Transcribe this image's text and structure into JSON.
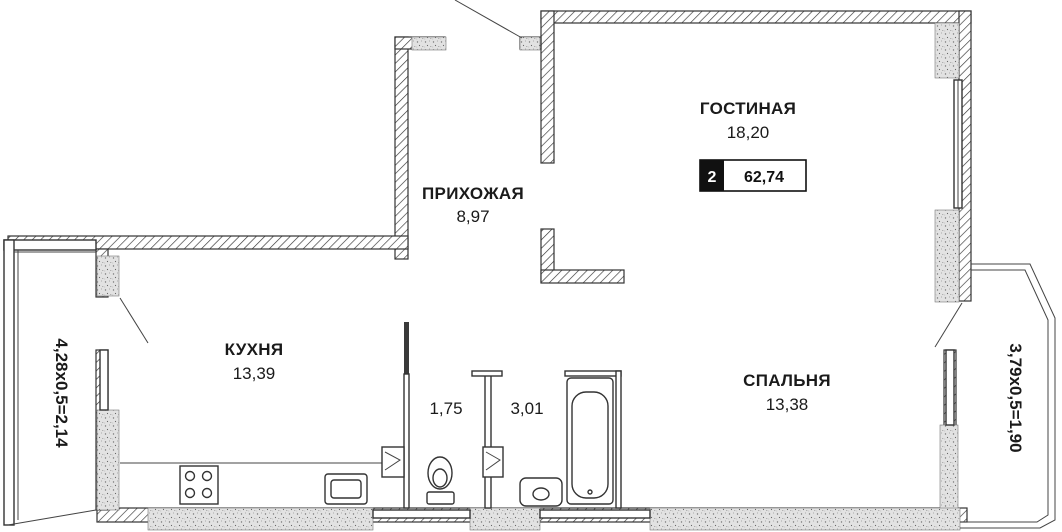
{
  "rooms": {
    "living": {
      "name": "ГОСТИНАЯ",
      "area": "18,20"
    },
    "hallway": {
      "name": "ПРИХОЖАЯ",
      "area": "8,97"
    },
    "kitchen": {
      "name": "КУХНЯ",
      "area": "13,39"
    },
    "bedroom": {
      "name": "СПАЛЬНЯ",
      "area": "13,38"
    },
    "wc": {
      "area": "1,75"
    },
    "bathroom": {
      "area": "3,01"
    }
  },
  "apartment": {
    "rooms_count": "2",
    "total_area": "62,74"
  },
  "balconies": {
    "left": "4,28х0,5=2,14",
    "right": "3,79х0,5=1,90"
  },
  "colors": {
    "wall": "#2a2a2a",
    "badge_bg": "#111111",
    "concrete": "#d8d8d8"
  }
}
